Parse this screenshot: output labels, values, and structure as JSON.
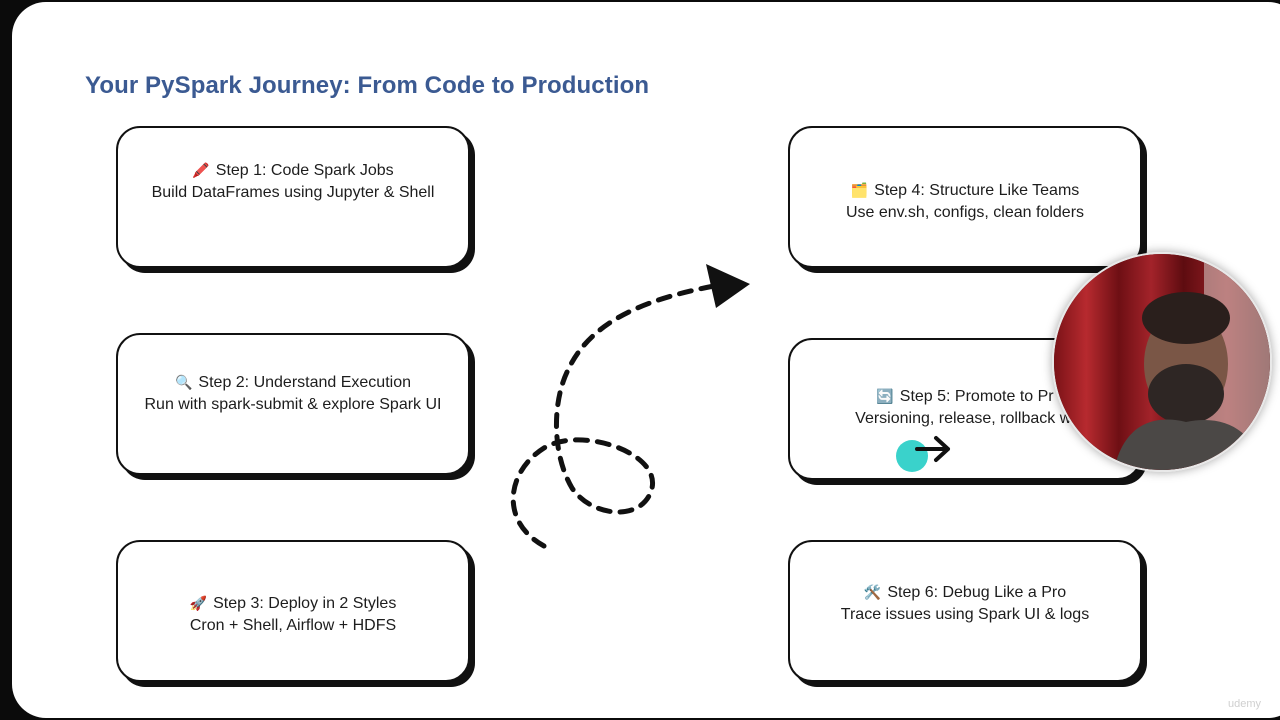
{
  "slide": {
    "title": "Your PySpark Journey: From Code to Production"
  },
  "steps": [
    {
      "emoji": "🖍️",
      "title": "Step 1: Code Spark Jobs",
      "desc": "Build DataFrames using Jupyter & Shell"
    },
    {
      "emoji": "🔍",
      "title": "Step 2: Understand Execution",
      "desc": "Run with spark-submit & explore Spark UI"
    },
    {
      "emoji": "🚀",
      "title": "Step 3: Deploy in 2 Styles",
      "desc": "Cron + Shell, Airflow + HDFS"
    },
    {
      "emoji": "🗂️",
      "title": "Step 4: Structure Like Teams",
      "desc": "Use env.sh, configs, clean folders"
    },
    {
      "emoji": "🔄",
      "title": "Step 5: Promote to Pr",
      "desc": "Versioning, release, rollback wi"
    },
    {
      "emoji": "🛠️",
      "title": "Step 6: Debug Like a Pro",
      "desc": "Trace issues using Spark UI & logs"
    }
  ],
  "icons": {
    "cursor": "arrow-cursor-icon",
    "connector": "dashed-loop-arrow-icon"
  },
  "colors": {
    "title": "#3b5a92",
    "card_border": "#111111",
    "cursor_dot": "#2fd0c8"
  },
  "watermark": "udemy"
}
